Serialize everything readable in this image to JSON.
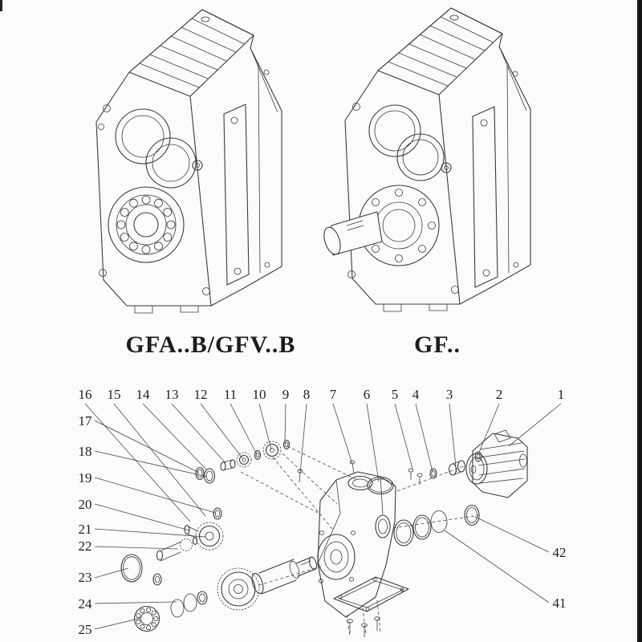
{
  "page": {
    "background": "#fbfbfa",
    "line_color": "#3b3b3b"
  },
  "models": {
    "left_label": "GFA..B/GFV..B",
    "right_label": "GF.."
  },
  "exploded": {
    "callouts_top": [
      "16",
      "15",
      "14",
      "13",
      "12",
      "11",
      "10",
      "9",
      "8",
      "7",
      "6",
      "5",
      "4",
      "3",
      "2",
      "1"
    ],
    "callouts_left": [
      "17",
      "18",
      "19",
      "20",
      "21",
      "22",
      "23",
      "24",
      "25"
    ],
    "callouts_right": [
      "42",
      "41"
    ]
  }
}
